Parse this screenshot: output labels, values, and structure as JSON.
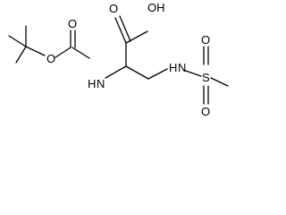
{
  "molecule": {
    "atoms": {
      "carboxyl_oh": "OH",
      "carbonyl_o_acid": "O",
      "boc_ester_o": "O",
      "boc_carbonyl_o": "O",
      "amide_nh": "H",
      "amide_n": "N",
      "sulfonamide_nh": "H",
      "sulfonamide_n": "N",
      "sulfur": "S",
      "sulfonyl_o_top": "O",
      "sulfonyl_o_bottom": "O"
    }
  }
}
